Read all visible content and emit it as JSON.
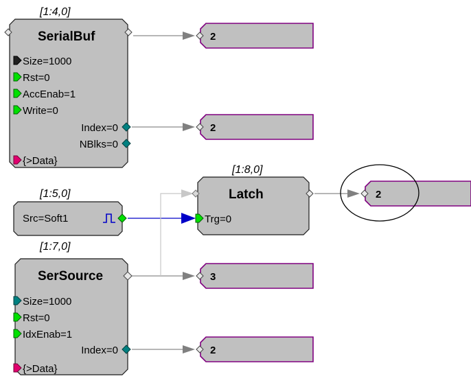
{
  "blocks": {
    "serialbuf": {
      "coord": "[1:4,0]",
      "title": "SerialBuf",
      "params": [
        "Size=1000",
        "Rst=0",
        "AccEnab=1",
        "Write=0"
      ],
      "outputs": [
        "Index=0",
        "NBlks=0"
      ],
      "data_in": "{>Data}"
    },
    "src": {
      "coord": "[1:5,0]",
      "param": "Src=Soft1"
    },
    "latch": {
      "coord": "[1:8,0]",
      "title": "Latch",
      "param": "Trg=0"
    },
    "sersource": {
      "coord": "[1:7,0]",
      "title": "SerSource",
      "params": [
        "Size=1000",
        "Rst=0",
        "IdxEnab=1"
      ],
      "output": "Index=0",
      "data_in": "{>Data}"
    }
  },
  "output_tags": [
    "2",
    "2",
    "2",
    "3",
    "2"
  ],
  "colors": {
    "block_fill": "#c0c0c0",
    "tag_border": "#800080",
    "port_green": "#00e000",
    "port_teal": "#008080",
    "port_magenta": "#e0006e",
    "port_black": "#202020",
    "wire_gray": "#8a8a8a",
    "wire_blue": "#0000c8"
  }
}
